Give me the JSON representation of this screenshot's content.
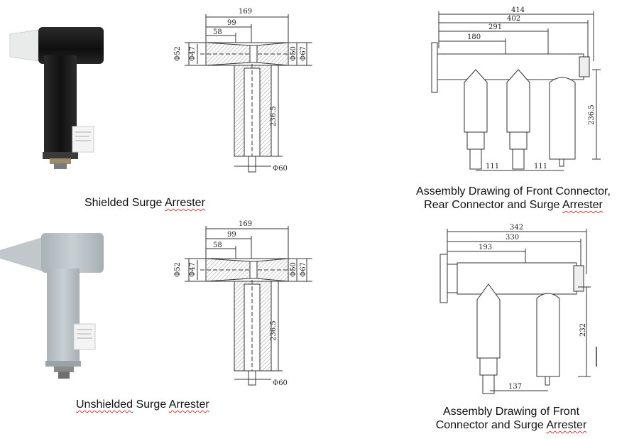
{
  "colors": {
    "black_body": "#1d1d1d",
    "gray_body": "#b9c2c7",
    "cap_light": "#e4e6e6",
    "line": "#333333",
    "hatch": "#8a8a8a"
  },
  "captions": {
    "shielded": {
      "w1": "Shielded",
      "w2": "Surge",
      "w3": "Arrester"
    },
    "unshielded": {
      "w1": "Unshielded",
      "w2": "Surge",
      "w3": "Arrester"
    },
    "assembly_top_line1": "Assembly Drawing of Front Connector,",
    "assembly_top_line2_a": "Rear Connector and Surge ",
    "assembly_top_line2_b": "Arrester",
    "assembly_bottom_line1": "Assembly Drawing of Front",
    "assembly_bottom_line2_a": "Connector and Surge ",
    "assembly_bottom_line2_b": "Arrester"
  },
  "arrester_drawing": {
    "overall": "169",
    "mid": "99",
    "short": "58",
    "d_left_outer": "Φ52",
    "d_left_inner": "Φ47",
    "d_right_inner": "Φ50",
    "d_right_outer": "Φ67",
    "height": "236.5",
    "bottom_d": "Φ60"
  },
  "assembly_top": {
    "d1": "414",
    "d2": "402",
    "d3": "291",
    "d4": "180",
    "height": "236.5",
    "bottom1": "111",
    "bottom2": "111"
  },
  "assembly_bottom": {
    "d1": "342",
    "d2": "330",
    "d3": "193",
    "height": "232",
    "bottom": "137"
  }
}
